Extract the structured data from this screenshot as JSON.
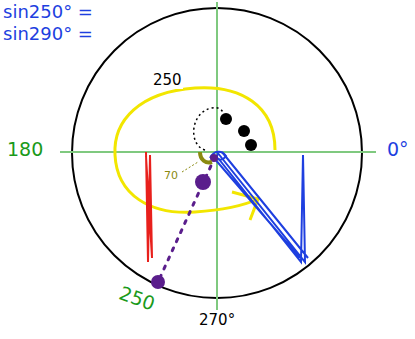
{
  "diagram": {
    "labels": [
      "sin250° =",
      "sin290° =",
      "250",
      "180",
      "0°",
      "250",
      "270°",
      "70"
    ]
  }
}
